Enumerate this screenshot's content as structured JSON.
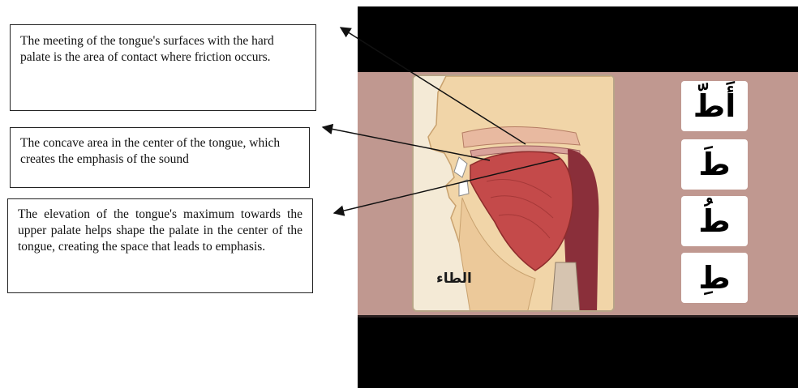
{
  "notes": [
    {
      "text": "The meeting of the tongue's surfaces with the hard palate is the area of contact where friction occurs."
    },
    {
      "text": "The concave area in the center of the tongue, which creates the emphasis of the sound"
    },
    {
      "text": "The elevation of the tongue's maximum towards the upper palate helps shape the palate in the center of the tongue, creating the space that leads to emphasis."
    }
  ],
  "card": {
    "label": "الطاء"
  },
  "letters": [
    {
      "glyph": "أَطّ"
    },
    {
      "glyph": "طَ"
    },
    {
      "glyph": "طُ"
    },
    {
      "glyph": "طِ"
    }
  ],
  "colors": {
    "slide_bg": "#c09890",
    "video_bg": "#000000",
    "card_bg": "#f4ead6",
    "skin": "#f1d5a8",
    "tongue": "#c44a4a",
    "throat": "#8a2f3a"
  }
}
